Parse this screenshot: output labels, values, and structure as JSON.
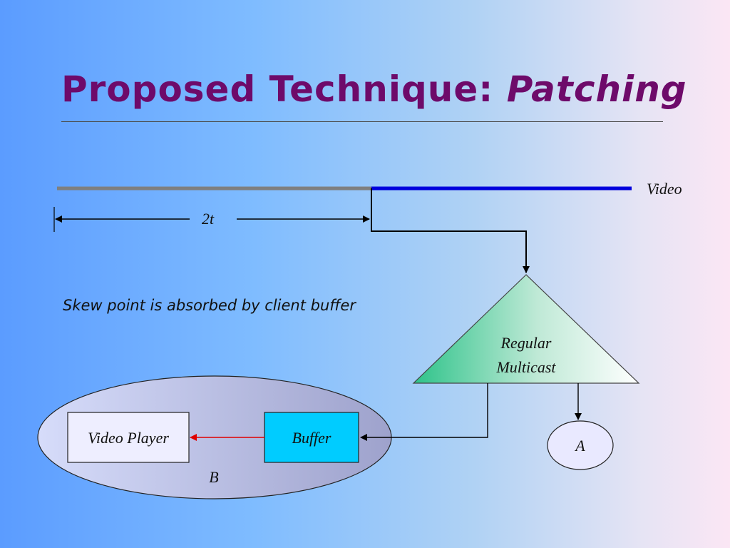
{
  "slide": {
    "title_main": "Proposed Technique:",
    "title_emphasis": "Patching",
    "caption": "Skew point is absorbed by client buffer"
  },
  "diagram": {
    "video_label": "Video",
    "interval_label": "2t",
    "multicast_label_line1": "Regular",
    "multicast_label_line2": "Multicast",
    "client_a_label": "A",
    "client_b_label": "B",
    "buffer_label": "Buffer",
    "player_label": "Video Player"
  },
  "colors": {
    "title": "#6e0a6a",
    "video_past": "#7f7f7f",
    "video_current": "#0000dd",
    "buffer_fill": "#00ccff",
    "triangle_fill_start": "#2ec38a",
    "triangle_fill_end": "#ffffff",
    "arrow_red": "#e00000"
  }
}
